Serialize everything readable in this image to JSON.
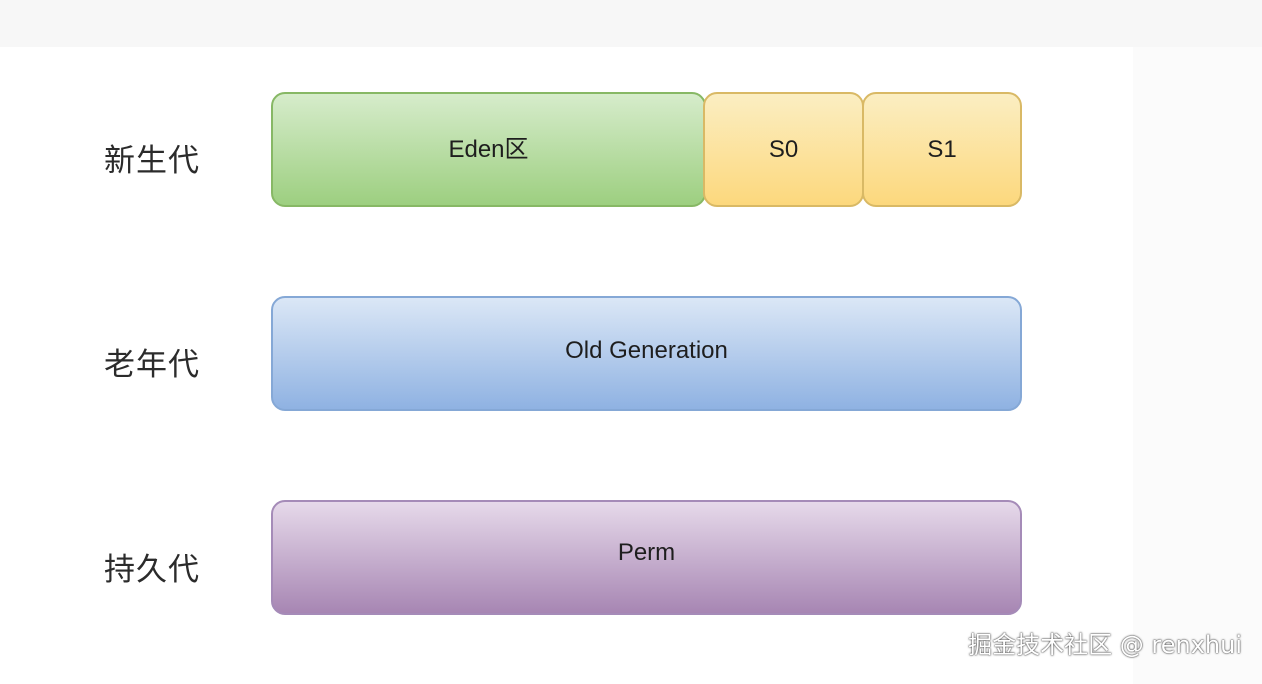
{
  "diagram": {
    "rows": [
      {
        "label": "新生代",
        "segments": [
          {
            "label": "Eden区"
          },
          {
            "label": "S0"
          },
          {
            "label": "S1"
          }
        ]
      },
      {
        "label": "老年代",
        "segments": [
          {
            "label": "Old Generation"
          }
        ]
      },
      {
        "label": "持久代",
        "segments": [
          {
            "label": "Perm"
          }
        ]
      }
    ],
    "colors": {
      "eden": "#9dcf80",
      "survivor": "#fcd87d",
      "old_generation": "#8fb2e2",
      "perm": "#a786b3"
    }
  },
  "watermark": "掘金技术社区 @ renxhui"
}
